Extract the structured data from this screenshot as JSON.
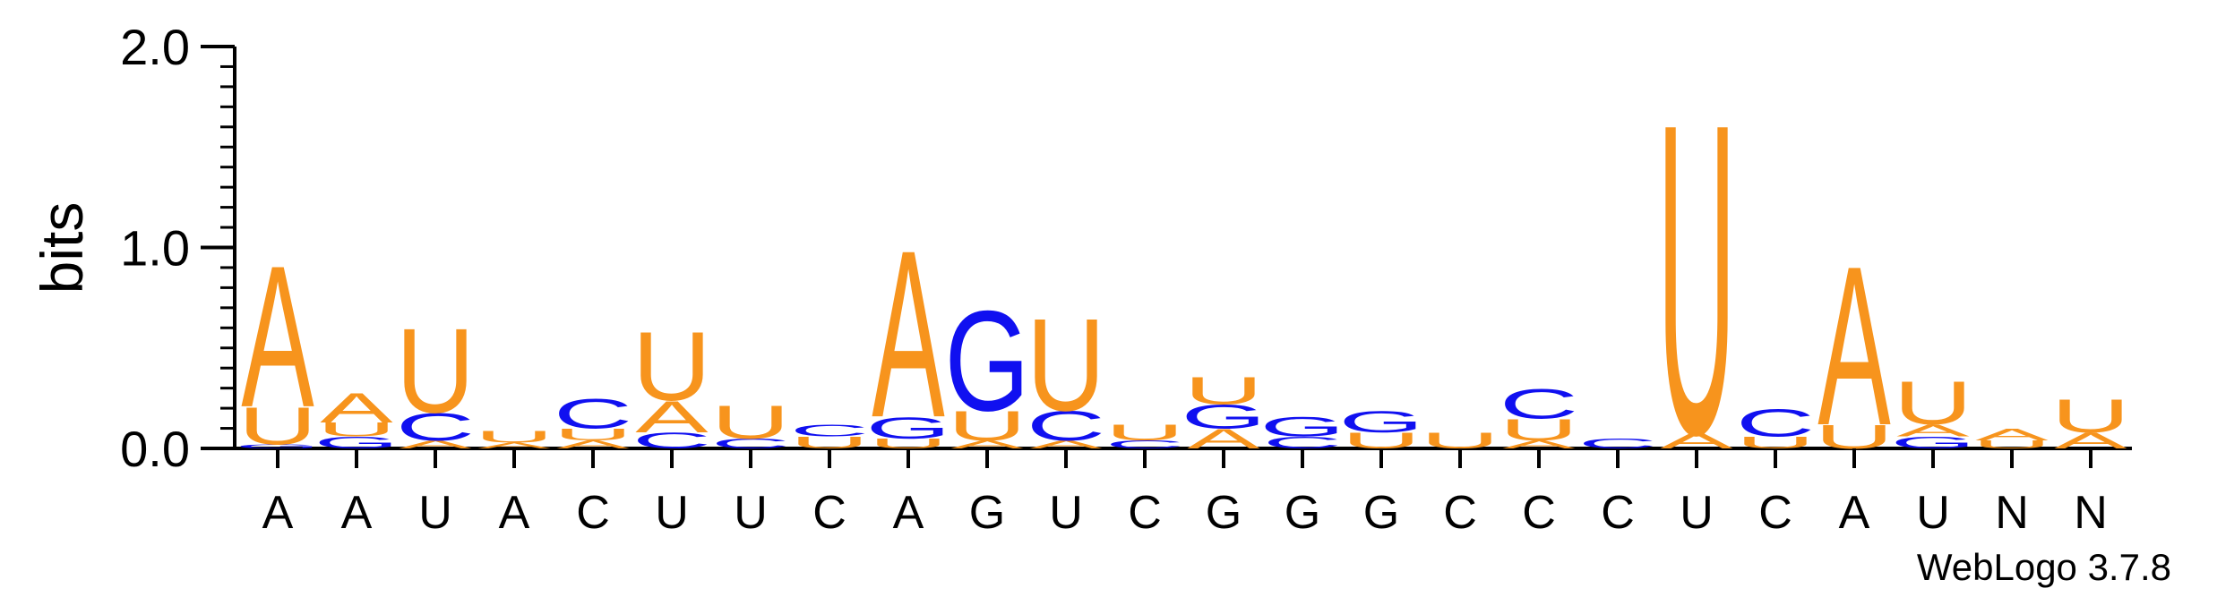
{
  "chart_data": {
    "type": "sequence-logo",
    "ylabel": "bits",
    "ylim": [
      0,
      2.0
    ],
    "yticks": [
      "0.0",
      "1.0",
      "2.0"
    ],
    "xlabels": [
      "A",
      "A",
      "U",
      "A",
      "C",
      "U",
      "U",
      "C",
      "A",
      "G",
      "U",
      "C",
      "G",
      "G",
      "G",
      "C",
      "C",
      "C",
      "U",
      "C",
      "A",
      "U",
      "N",
      "N"
    ],
    "watermark": "WebLogo 3.7.8",
    "colors": {
      "A": "#f7941d",
      "U": "#f7941d",
      "C": "#1010f0",
      "G": "#1010f0",
      "axis": "#000000"
    },
    "positions": [
      [
        [
          "G",
          0.02
        ],
        [
          "U",
          0.19
        ],
        [
          "A",
          0.72
        ]
      ],
      [
        [
          "G",
          0.06
        ],
        [
          "U",
          0.07
        ],
        [
          "A",
          0.15
        ]
      ],
      [
        [
          "A",
          0.04
        ],
        [
          "C",
          0.14
        ],
        [
          "U",
          0.43
        ]
      ],
      [
        [
          "A",
          0.03
        ],
        [
          "U",
          0.06
        ]
      ],
      [
        [
          "A",
          0.04
        ],
        [
          "U",
          0.06
        ],
        [
          "C",
          0.15
        ]
      ],
      [
        [
          "C",
          0.08
        ],
        [
          "A",
          0.16
        ],
        [
          "U",
          0.35
        ]
      ],
      [
        [
          "C",
          0.05
        ],
        [
          "U",
          0.17
        ]
      ],
      [
        [
          "U",
          0.06
        ],
        [
          "C",
          0.06
        ]
      ],
      [
        [
          "U",
          0.05
        ],
        [
          "G",
          0.11
        ],
        [
          "A",
          0.85
        ]
      ],
      [
        [
          "A",
          0.04
        ],
        [
          "U",
          0.15
        ],
        [
          "G",
          0.51
        ]
      ],
      [
        [
          "A",
          0.04
        ],
        [
          "C",
          0.15
        ],
        [
          "U",
          0.47
        ]
      ],
      [
        [
          "C",
          0.04
        ],
        [
          "U",
          0.08
        ]
      ],
      [
        [
          "A",
          0.1
        ],
        [
          "G",
          0.12
        ],
        [
          "U",
          0.14
        ]
      ],
      [
        [
          "C",
          0.06
        ],
        [
          "G",
          0.1
        ]
      ],
      [
        [
          "U",
          0.08
        ],
        [
          "G",
          0.11
        ]
      ],
      [
        [
          "U",
          0.08
        ]
      ],
      [
        [
          "A",
          0.04
        ],
        [
          "U",
          0.11
        ],
        [
          "C",
          0.15
        ]
      ],
      [
        [
          "C",
          0.05
        ]
      ],
      [
        [
          "A",
          0.08
        ],
        [
          "U",
          1.58
        ]
      ],
      [
        [
          "U",
          0.06
        ],
        [
          "C",
          0.14
        ]
      ],
      [
        [
          "U",
          0.12
        ],
        [
          "A",
          0.81
        ]
      ],
      [
        [
          "G",
          0.06
        ],
        [
          "A",
          0.06
        ],
        [
          "U",
          0.22
        ]
      ],
      [
        [
          "U",
          0.04
        ],
        [
          "A",
          0.06
        ]
      ],
      [
        [
          "A",
          0.08
        ],
        [
          "U",
          0.17
        ]
      ]
    ]
  }
}
